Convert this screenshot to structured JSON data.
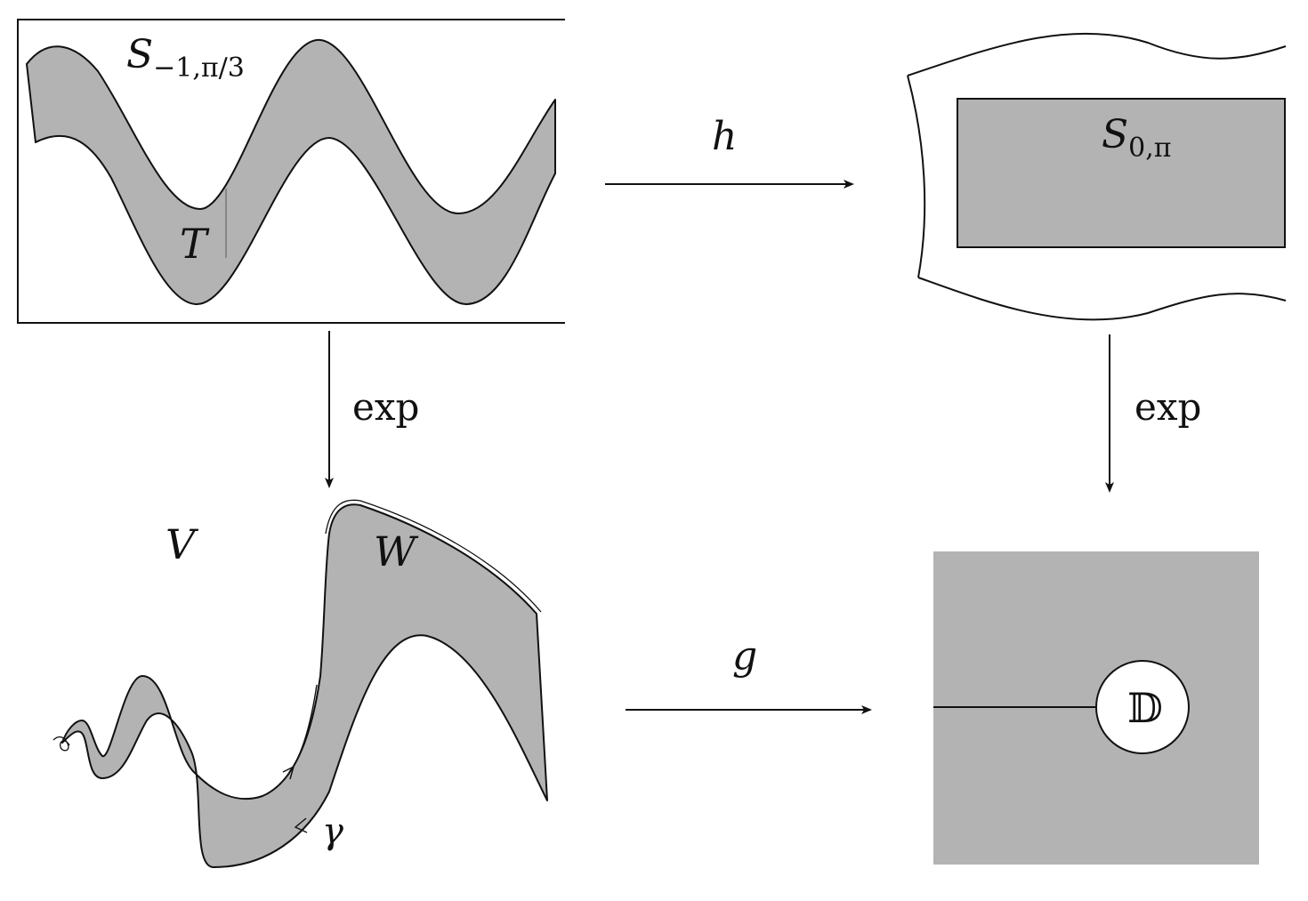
{
  "diagram": {
    "top_left": {
      "region_label": {
        "base": "S",
        "sub": "−1,π/3"
      },
      "inner_label": "T"
    },
    "top_right": {
      "region_label": {
        "base": "S",
        "sub": "0,π"
      }
    },
    "bottom_left": {
      "outer_label": "V",
      "inner_label": "W",
      "curve_label": "γ"
    },
    "bottom_right": {
      "disk_label": "𝔻"
    },
    "arrows": {
      "top": "h",
      "bottom": "g",
      "left": "exp",
      "right": "exp"
    },
    "colors": {
      "fill": "#b3b3b3",
      "stroke": "#111111",
      "background": "#ffffff"
    }
  }
}
